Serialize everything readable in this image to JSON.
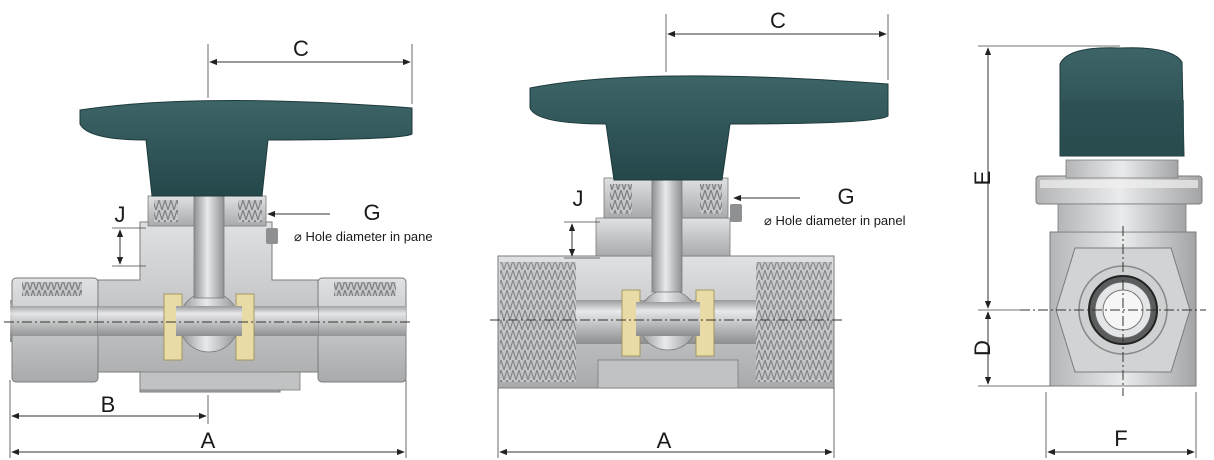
{
  "labels": {
    "a": "A",
    "b": "B",
    "c": "C",
    "d": "D",
    "e": "E",
    "f": "F",
    "g": "G",
    "j": "J"
  },
  "notes": {
    "hole_left": "⌀ Hole diameter in pane",
    "hole_mid": "⌀ Hole diameter in panel"
  },
  "colors": {
    "handle": "#2f5457",
    "metal_light": "#d9dadb",
    "metal_mid": "#b9babb",
    "metal_dark": "#8e8f90",
    "seat": "#e6d9a6",
    "dim_line": "#333333"
  }
}
